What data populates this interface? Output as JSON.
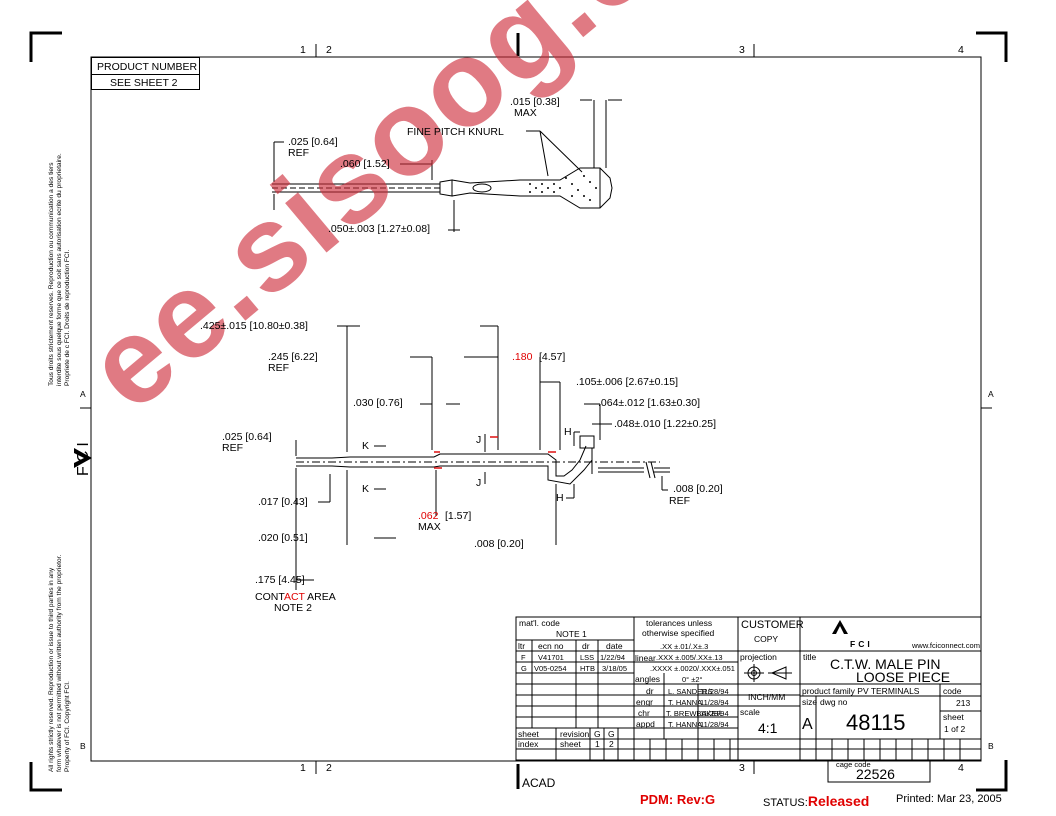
{
  "zones": {
    "top": [
      "1",
      "2",
      "3",
      "4"
    ],
    "bottom": [
      "1",
      "2",
      "3",
      "4"
    ],
    "rows": [
      "A",
      "B"
    ]
  },
  "product_number": {
    "label": "PRODUCT NUMBER",
    "value": "SEE SHEET 2"
  },
  "legal": {
    "french": [
      "Tous droits strictement reserves. Reproduction ou communication a des tiers",
      "interdite sous quelque forme que ce soit sans autorisation ecrite du proprietaire.",
      "Propriete de c FCI. Droits de reproduction FCI."
    ],
    "english": [
      "All rights strictly reserved. Reproduction or issue to third parties in any",
      "form whatever is not permitted without written authority from the proprietor.",
      "Property of FCI. Copyright FCI."
    ]
  },
  "brand": {
    "logo_letters": "FCI",
    "website": "www.fciconnect.com"
  },
  "top_view": {
    "dim_015": ".015 [0.38]",
    "max": "MAX",
    "knurl": "FINE PITCH KNURL",
    "dim_025": ".025 [0.64]",
    "ref": "REF",
    "dim_060": ".060 [1.52]",
    "dim_050": ".050±.003 [1.27±0.08]"
  },
  "side_view": {
    "dim_425": ".425±.015 [10.80±0.38]",
    "dim_245": ".245 [6.22]",
    "ref_a": "REF",
    "dim_180_a": ".180",
    "dim_180_b": "[4.57]",
    "dim_105": ".105±.006 [2.67±0.15]",
    "dim_030": ".030 [0.76]",
    "dim_064": ".064±.012 [1.63±0.30]",
    "dim_048": ".048±.010 [1.22±0.25]",
    "dim_025": ".025 [0.64]",
    "ref_b": "REF",
    "k_top": "K",
    "k_bot": "K",
    "j_top": "J",
    "j_bot": "J",
    "h_top": "H",
    "h_bot": "H",
    "dim_008r": ".008 [0.20]",
    "ref_c": "REF",
    "dim_017": ".017 [0.43]",
    "dim_062_a": ".062",
    "dim_062_b": "[1.57]",
    "max": "MAX",
    "dim_020": ".020 [0.51]",
    "dim_008": ".008 [0.20]",
    "dim_175": ".175 [4.45]",
    "contact_a": "CONT",
    "contact_b": "ACT",
    "contact_c": " AREA",
    "note2": "NOTE 2"
  },
  "title_block": {
    "matl": "mat'l. code",
    "note1": "NOTE 1",
    "rev_headers": [
      "ltr",
      "ecn no",
      "dr",
      "date"
    ],
    "revisions": [
      [
        "F",
        "V41701",
        "LSS",
        "1/22/94"
      ],
      [
        "G",
        "V05-0254",
        "HTB",
        "3/18/05"
      ]
    ],
    "tol_title_1": "tolerances unless",
    "tol_title_2": "otherwise specified",
    "tol_xx": ".XX ±.01/.X±.3",
    "linear": "linear",
    "tol_xxx": ".XXX ±.005/.XX±.13",
    "tol_xxxx": ".XXXX ±.0020/.XXX±.051",
    "angles": "angles",
    "angle_val": "0° ±2°",
    "people": [
      [
        "dr",
        "L. SANDERS",
        "11/28/94"
      ],
      [
        "engr",
        "T. HANNA",
        "11/28/94"
      ],
      [
        "chr",
        "T. BREWBAKER",
        "11/28/94"
      ],
      [
        "appd",
        "T. HANNA",
        "11/28/94"
      ]
    ],
    "customer": "CUSTOMER",
    "copy": "COPY",
    "projection": "projection",
    "units": "INCH/MM",
    "scale_label": "scale",
    "scale": "4:1",
    "title_label": "title",
    "title_1": "C.T.W.  MALE  PIN",
    "title_2": "LOOSE  PIECE",
    "family": "product family PV  TERMINALS",
    "code_label": "code",
    "code": "213",
    "size_label": "size",
    "dwg_label": "dwg no",
    "size": "A",
    "dwg_no": "48115",
    "sheet_label": "sheet",
    "sheet_val": "1  of  2",
    "sheet_hdr": "sheet",
    "revision_hdr": "revision",
    "index_hdr": "index",
    "sheet_hdr2": "sheet",
    "rev_g1": "G",
    "rev_g2": "G",
    "sheet_1": "1",
    "sheet_2": "2",
    "cage_label": "cage code",
    "cage": "22526"
  },
  "acad": "ACAD",
  "footer": {
    "pdm": "PDM: Rev:G",
    "status_label": "STATUS:",
    "status": "Released",
    "printed": "Printed: Mar 23, 2005"
  },
  "watermark": "ee.sisoog.com"
}
